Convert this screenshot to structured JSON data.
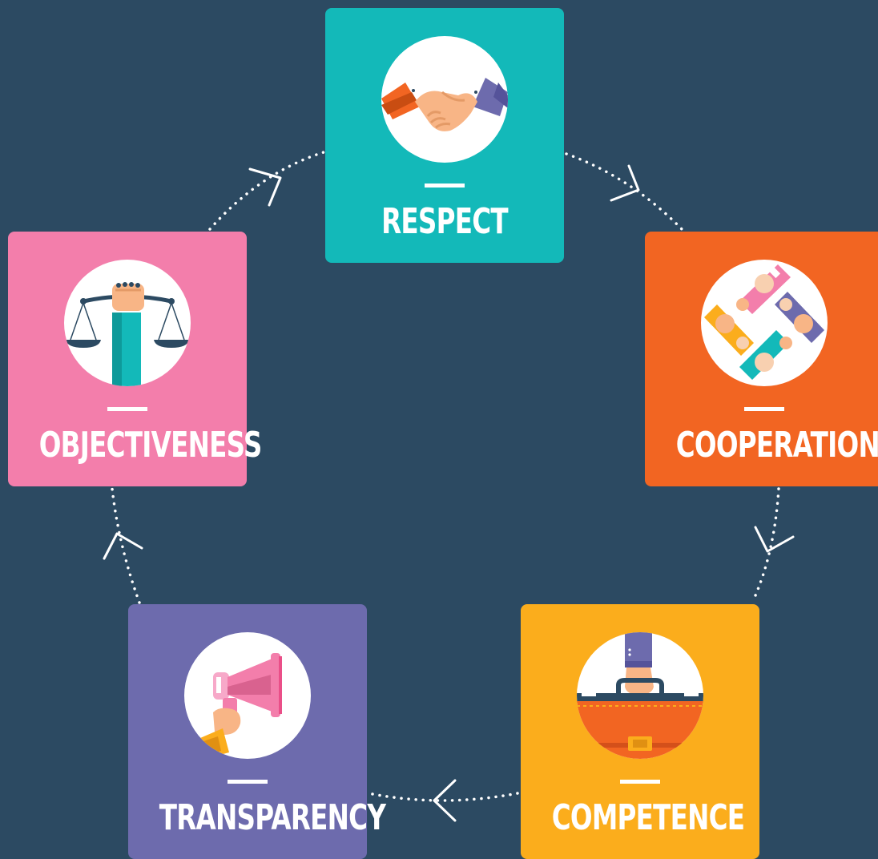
{
  "cycle": {
    "steps": [
      {
        "label": "RESPECT",
        "color": "#13b9b9",
        "icon": "handshake-icon"
      },
      {
        "label": "COOPERATION",
        "color": "#f26522",
        "icon": "linked-hands-icon"
      },
      {
        "label": "COMPETENCE",
        "color": "#fbad1c",
        "icon": "briefcase-icon"
      },
      {
        "label": "TRANSPARENCY",
        "color": "#6d6bad",
        "icon": "megaphone-icon"
      },
      {
        "label": "OBJECTIVENESS",
        "color": "#f37eab",
        "icon": "scales-icon"
      }
    ],
    "background": "#2c4a62",
    "connector_color": "#ffffff"
  }
}
